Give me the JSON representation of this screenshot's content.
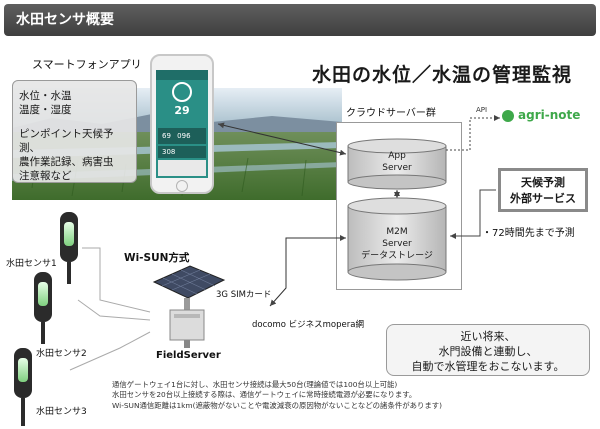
{
  "title": "水田センサ概要",
  "smartphone_app_label": "スマートフォンアプリ",
  "main_heading": "水田の水位／水温の管理監視",
  "features": {
    "line1": "水位・水温",
    "line2": "温度・湿度",
    "line3": "ピンポイント天候予測、",
    "line4": "農作業記録、病害虫",
    "line5": "注意報など"
  },
  "phone": {
    "temp": "29",
    "reading1": "69",
    "reading2": "096",
    "reading3": "308"
  },
  "cloud_group": {
    "label": "クラウドサーバー群",
    "app_server_line1": "App",
    "app_server_line2": "Server",
    "m2m_line1": "M2M",
    "m2m_line2": "Server",
    "m2m_line3": "データストレージ"
  },
  "api_label": "API",
  "agri_note": "agri-note",
  "weather": {
    "line1": "天候予測",
    "line2": "外部サービス",
    "note": "・72時間先まで予測"
  },
  "wisun_label": "Wi-SUN方式",
  "sim_label": "3G SIMカード",
  "network_label": "docomo ビジネスmopera網",
  "field_server_label": "FieldServer",
  "sensors": [
    "水田センサ1",
    "水田センサ2",
    "水田センサ3"
  ],
  "note_box": {
    "line1": "近い将来、",
    "line2": "水門設備と連動し、",
    "line3": "自動で水管理をおこないます。"
  },
  "footnote": {
    "line1": "通信ゲートウェイ1台に対し、水田センサ接続は最大50台(理論値では100台以上可能)",
    "line2": "水田センサを20台以上接続する際は、通信ゲートウェイに常時接続電源が必要になります。",
    "line3": "Wi-SUN通信距離は1km(遮蔽物がないことや電波減衰の原因物がないことなどの諸条件があります)"
  },
  "colors": {
    "title_bar": "#4a4a4a",
    "agri_green": "#3ea84a",
    "sensor_glow": "#9be39b",
    "phone_teal": "#2a8f86"
  }
}
